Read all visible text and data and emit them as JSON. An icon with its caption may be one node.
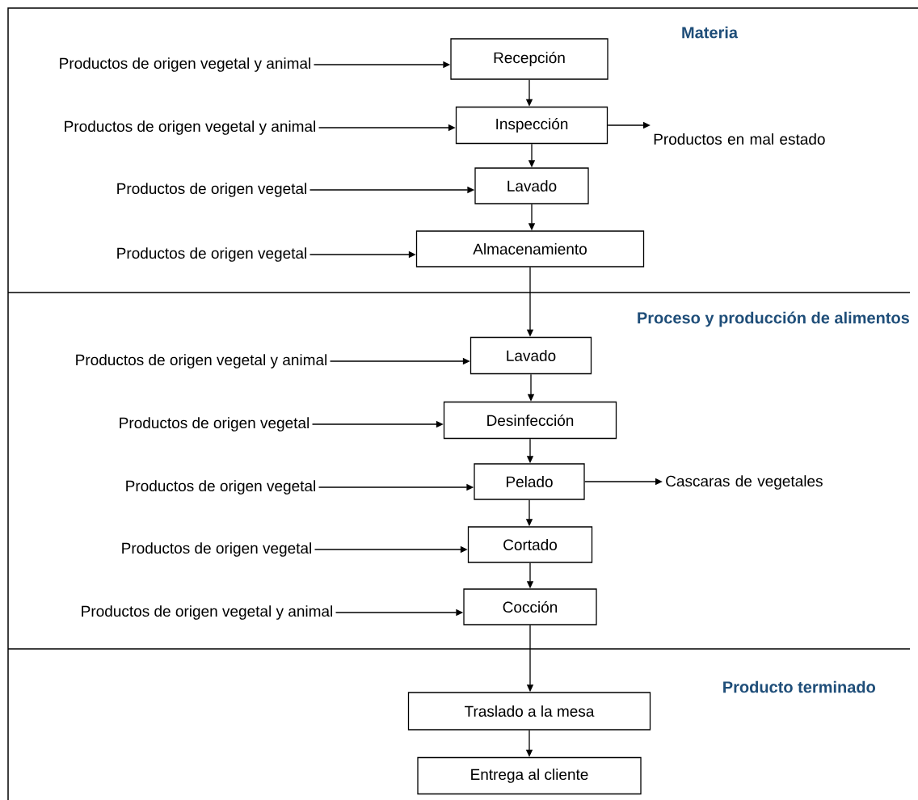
{
  "diagram": {
    "nodes": [
      {
        "text": [
          "Productos de origen vegetal y animal"
        ]
      },
      {
        "text": [
          "Recepción"
        ]
      },
      {
        "text": [
          "Productos de origen vegetal y animal"
        ]
      },
      {
        "text": [
          "Inspección"
        ]
      },
      {
        "text": [
          "Productos en mal estado"
        ]
      },
      {
        "text": [
          "Productos de origen vegetal"
        ]
      },
      {
        "text": [
          "Lavado"
        ]
      },
      {
        "text": [
          "Productos de origen vegetal"
        ]
      },
      {
        "text": [
          "Almacenamiento"
        ]
      },
      {
        "text": [
          "Productos de origen vegetal y animal"
        ]
      },
      {
        "text": [
          "Lavado"
        ]
      },
      {
        "text": [
          "Productos de origen vegetal"
        ]
      },
      {
        "text": [
          "Desinfección"
        ]
      },
      {
        "text": [
          "Productos de origen vegetal"
        ]
      },
      {
        "text": [
          "Pelado"
        ]
      },
      {
        "text": [
          "Cascaras de vegetales"
        ]
      },
      {
        "text": [
          "Productos de origen vegetal"
        ]
      },
      {
        "text": [
          "Cortado"
        ]
      },
      {
        "text": [
          "Productos de origen vegetal y animal"
        ]
      },
      {
        "text": [
          "Cocción"
        ]
      },
      {
        "text": [
          "Traslado a la mesa"
        ]
      },
      {
        "text": [
          "Entrega al cliente"
        ]
      }
    ],
    "edges": [
      {
        "from": 0,
        "to": 1,
        "arrow": "to"
      },
      {
        "from": 2,
        "to": 3,
        "arrow": "to"
      },
      {
        "from": 3,
        "to": 4,
        "arrow": "to"
      },
      {
        "from": 5,
        "to": 6,
        "arrow": "to"
      },
      {
        "from": 7,
        "to": 8,
        "arrow": "to"
      },
      {
        "from": 9,
        "to": 10,
        "arrow": "to"
      },
      {
        "from": 11,
        "to": 12,
        "arrow": "to"
      },
      {
        "from": 13,
        "to": 14,
        "arrow": "to"
      },
      {
        "from": 14,
        "to": 15,
        "arrow": "to"
      },
      {
        "from": 16,
        "to": 17,
        "arrow": "to"
      },
      {
        "from": 18,
        "to": 19,
        "arrow": "to"
      },
      {
        "from": 1,
        "to": 3,
        "arrow": "to"
      },
      {
        "from": 3,
        "to": 6,
        "arrow": "to"
      },
      {
        "from": 6,
        "to": 8,
        "arrow": "to"
      },
      {
        "from": 8,
        "to": 10,
        "arrow": "to"
      },
      {
        "from": 10,
        "to": 12,
        "arrow": "to"
      },
      {
        "from": 12,
        "to": 14,
        "arrow": "to"
      },
      {
        "from": 14,
        "to": 17,
        "arrow": "to"
      },
      {
        "from": 17,
        "to": 19,
        "arrow": "to"
      },
      {
        "from": 19,
        "to": 20,
        "arrow": "to"
      },
      {
        "from": 20,
        "to": 21,
        "arrow": "to"
      }
    ],
    "labels": [
      "Materia",
      "Proceso y producción de alimentos",
      "Producto terminado"
    ]
  }
}
